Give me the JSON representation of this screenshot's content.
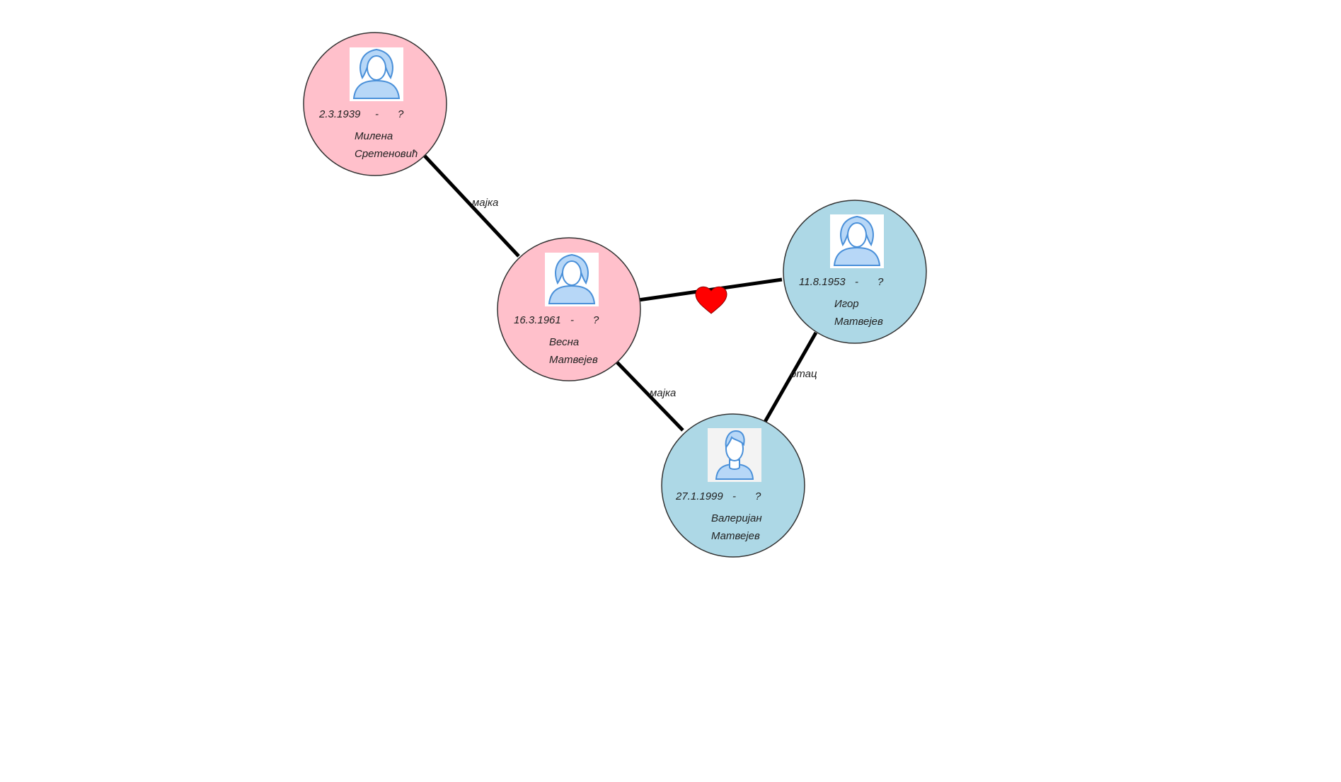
{
  "colors": {
    "female": "#ffc0cb",
    "male": "#add8e6",
    "edge": "#000000",
    "heart": "#ff0000"
  },
  "persons": [
    {
      "gender": "female",
      "avatar": "woman-avatar-icon",
      "born": "2.3.1939",
      "dash": "-",
      "died": "?",
      "first_name": "Милена",
      "last_name": "Сретеновић"
    },
    {
      "gender": "female",
      "avatar": "woman-avatar-icon",
      "born": "16.3.1961",
      "dash": "-",
      "died": "?",
      "first_name": "Весна",
      "last_name": "Матвејев"
    },
    {
      "gender": "male",
      "avatar": "woman-avatar-icon",
      "born": "11.8.1953",
      "dash": "-",
      "died": "?",
      "first_name": "Игор",
      "last_name": "Матвејев"
    },
    {
      "gender": "male",
      "avatar": "man-avatar-icon",
      "born": "27.1.1999",
      "dash": "-",
      "died": "?",
      "first_name": "Валеријан",
      "last_name": "Матвејев"
    }
  ],
  "relations": [
    {
      "from": 0,
      "to": 1,
      "type": "parent",
      "label": "мајка"
    },
    {
      "from": 1,
      "to": 2,
      "type": "spouse",
      "icon": "heart-icon"
    },
    {
      "from": 1,
      "to": 3,
      "type": "parent",
      "label": "мајка"
    },
    {
      "from": 2,
      "to": 3,
      "type": "parent",
      "label": "отац"
    }
  ]
}
